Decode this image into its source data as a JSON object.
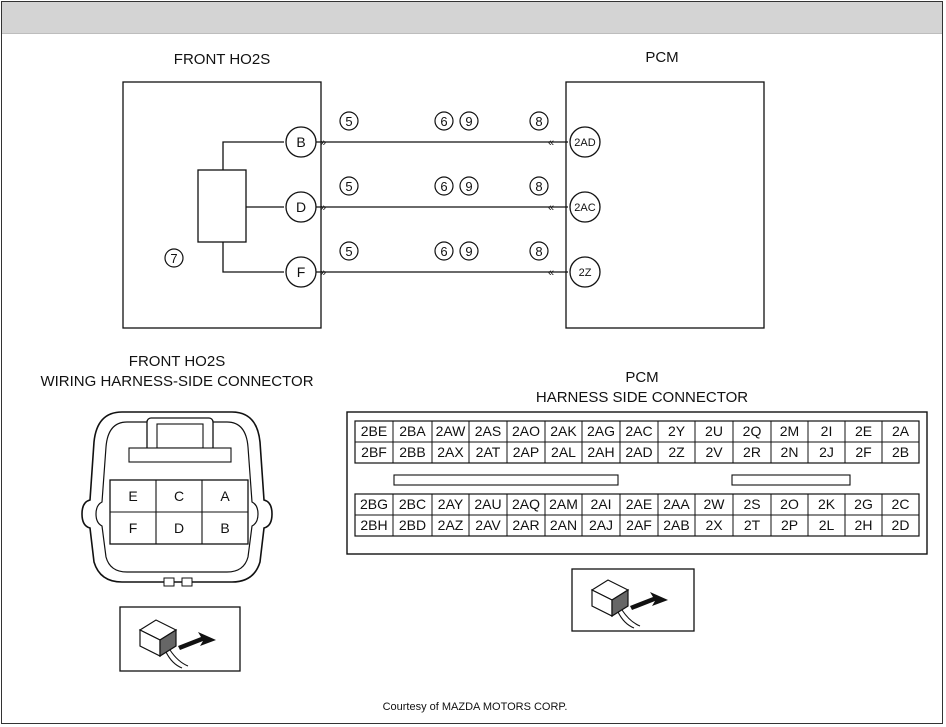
{
  "labels": {
    "front_ho2s": "FRONT HO2S",
    "pcm": "PCM",
    "ho2s_conn_line1": "FRONT HO2S",
    "ho2s_conn_line2": "WIRING HARNESS-SIDE CONNECTOR",
    "pcm_conn_line1": "PCM",
    "pcm_conn_line2": "HARNESS SIDE CONNECTOR",
    "credit": "Courtesy of MAZDA MOTORS CORP."
  },
  "circuits": [
    {
      "ho2s_pin": "B",
      "pcm_pin": "2AD",
      "refs": [
        "5",
        "6",
        "9",
        "8"
      ]
    },
    {
      "ho2s_pin": "D",
      "pcm_pin": "2AC",
      "refs": [
        "5",
        "6",
        "9",
        "8"
      ]
    },
    {
      "ho2s_pin": "F",
      "pcm_pin": "2Z",
      "refs": [
        "5",
        "6",
        "9",
        "8"
      ]
    }
  ],
  "sensor_ref": "7",
  "ho2s_connector": [
    [
      "E",
      "C",
      "A"
    ],
    [
      "F",
      "D",
      "B"
    ]
  ],
  "pcm_connector": {
    "upper": [
      [
        "2BE",
        "2BA",
        "2AW",
        "2AS",
        "2AO",
        "2AK",
        "2AG",
        "2AC",
        "2Y",
        "2U",
        "2Q",
        "2M",
        "2I",
        "2E",
        "2A"
      ],
      [
        "2BF",
        "2BB",
        "2AX",
        "2AT",
        "2AP",
        "2AL",
        "2AH",
        "2AD",
        "2Z",
        "2V",
        "2R",
        "2N",
        "2J",
        "2F",
        "2B"
      ]
    ],
    "lower": [
      [
        "2BG",
        "2BC",
        "2AY",
        "2AU",
        "2AQ",
        "2AM",
        "2AI",
        "2AE",
        "2AA",
        "2W",
        "2S",
        "2O",
        "2K",
        "2G",
        "2C"
      ],
      [
        "2BH",
        "2BD",
        "2AZ",
        "2AV",
        "2AR",
        "2AN",
        "2AJ",
        "2AF",
        "2AB",
        "2X",
        "2T",
        "2P",
        "2L",
        "2H",
        "2D"
      ]
    ]
  }
}
